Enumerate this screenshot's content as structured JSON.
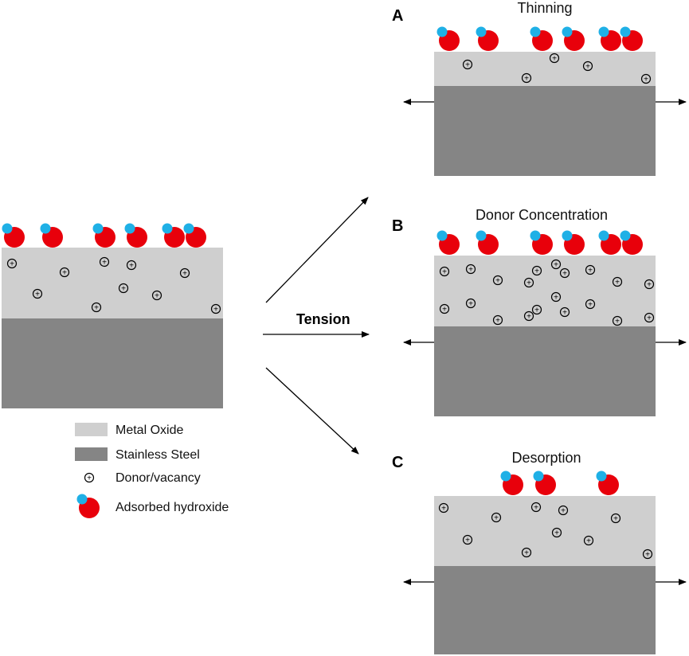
{
  "colors": {
    "oxide": "#cfcfcf",
    "steel": "#858585",
    "oxygen": "#e8000b",
    "hydrogen": "#1fb0e6",
    "vacancy_stroke": "#000000",
    "arrow": "#000000"
  },
  "icons": {
    "vacancy": "circled-plus-icon",
    "hydroxide": "hydroxide-molecule-icon",
    "strain_arrow": "double-headed-arrow-icon"
  },
  "vacancy_symbol": "+",
  "tension_label": "Tension",
  "legend": {
    "metal_oxide": "Metal Oxide",
    "stainless_steel": "Stainless Steel",
    "donor_vacancy": "Donor/vacancy",
    "adsorbed_hydroxide": "Adsorbed hydroxide"
  },
  "panels": {
    "A": {
      "letter": "A",
      "title": "Thinning"
    },
    "B": {
      "letter": "B",
      "title": "Donor Concentration"
    },
    "C": {
      "letter": "C",
      "title": "Desorption"
    }
  }
}
